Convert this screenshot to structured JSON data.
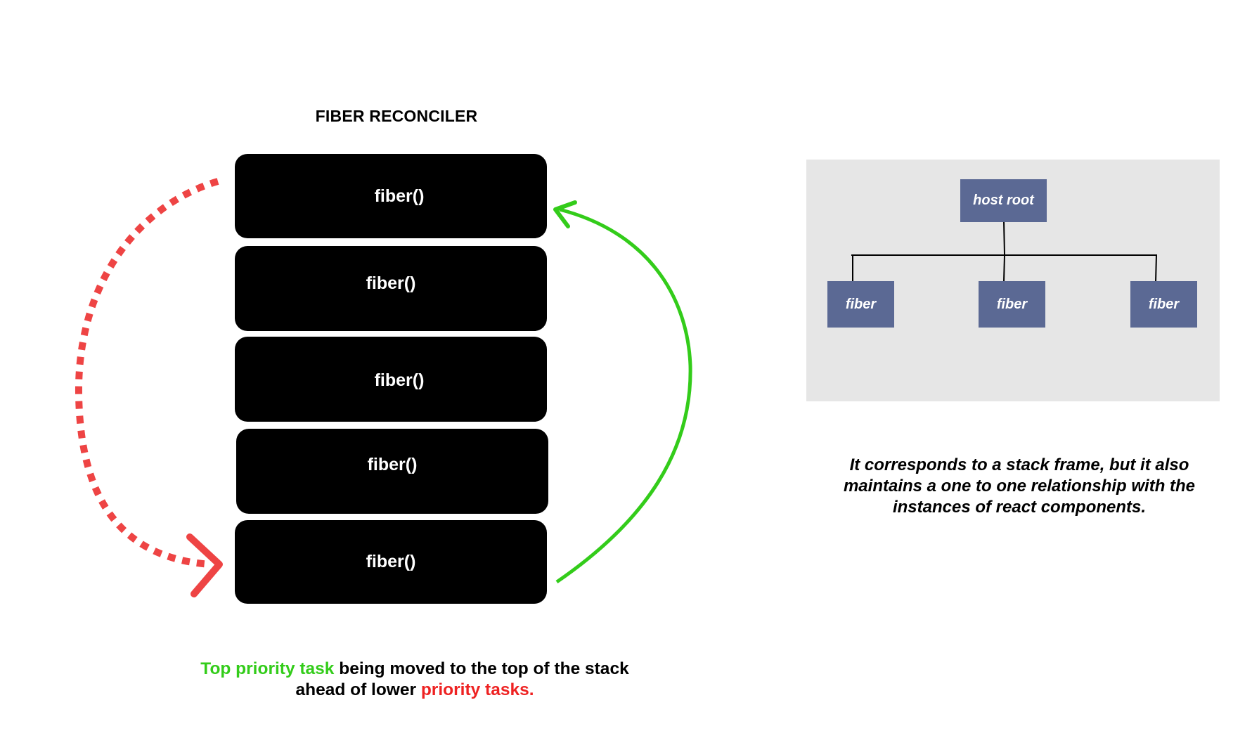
{
  "title": "FIBER RECONCILER",
  "stack": {
    "fibers": [
      {
        "label": "fiber()"
      },
      {
        "label": "fiber()"
      },
      {
        "label": "fiber()"
      },
      {
        "label": "fiber()"
      },
      {
        "label": "fiber()"
      }
    ]
  },
  "caption_left": {
    "green_part": "Top priority task",
    "middle_part": " being moved to the top of the stack",
    "line2_prefix": "ahead of lower ",
    "red_part": "priority tasks."
  },
  "tree": {
    "root": "host root",
    "children": [
      "fiber",
      "fiber",
      "fiber"
    ]
  },
  "caption_right": "It corresponds to a stack frame, but it also maintains a one to one relationship with the instances of react components.",
  "colors": {
    "green_arrow": "#33cc1a",
    "red_arrow": "#ee4444",
    "node_fill": "#5b6994",
    "panel_fill": "#e6e6e6",
    "block_fill": "#000000"
  }
}
